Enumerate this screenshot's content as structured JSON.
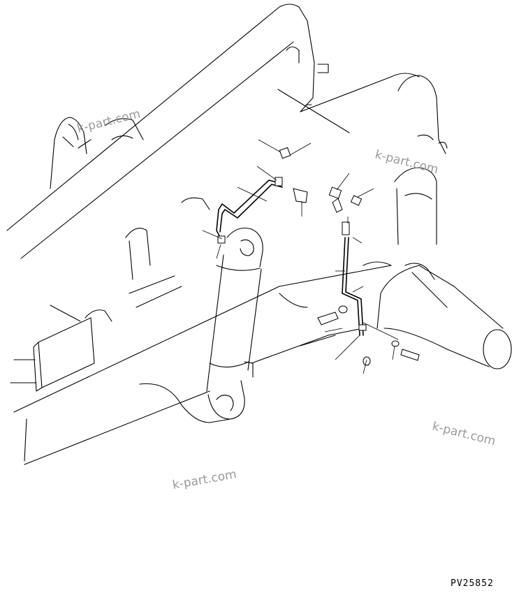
{
  "drawing_code": "PV25852",
  "watermarks": [
    "k-part.com",
    "k-part.com",
    "k-part.com",
    "k-part.com"
  ]
}
